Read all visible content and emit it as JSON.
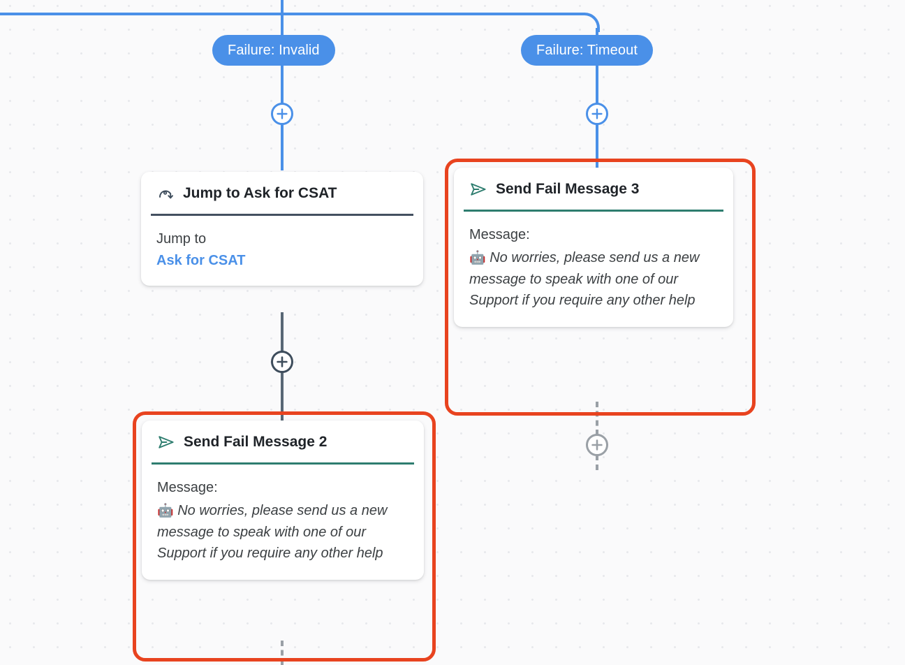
{
  "canvas": {
    "background_color": "#fafafb",
    "dot_color": "#e7e8ec"
  },
  "colors": {
    "edge_blue": "#4a90e8",
    "edge_slate": "#586775",
    "edge_gray": "#9aa0a6",
    "selection_red": "#e8431f",
    "divider_slate": "#445060",
    "divider_teal": "#2e7d6f",
    "link_blue": "#4a90e8"
  },
  "edge_labels": [
    {
      "id": "failure-invalid",
      "text": "Failure: Invalid"
    },
    {
      "id": "failure-timeout",
      "text": "Failure: Timeout"
    }
  ],
  "add_handles": [
    {
      "id": "add-after-failure-invalid",
      "style": "blue",
      "icon": "plus-icon"
    },
    {
      "id": "add-after-failure-timeout",
      "style": "blue",
      "icon": "plus-icon"
    },
    {
      "id": "add-after-jump-node",
      "style": "slate",
      "icon": "plus-icon"
    },
    {
      "id": "add-after-send-fail-3",
      "style": "gray",
      "icon": "plus-icon"
    }
  ],
  "nodes": [
    {
      "id": "jump-to-ask-for-csat",
      "title": "Jump to Ask for CSAT",
      "icon": "jump-arrow-icon",
      "accent": "slate",
      "selected": false,
      "body": {
        "label": "Jump to",
        "link": "Ask for CSAT"
      }
    },
    {
      "id": "send-fail-message-3",
      "title": "Send Fail Message 3",
      "icon": "send-icon",
      "accent": "teal",
      "selected": true,
      "body": {
        "label": "Message:",
        "emoji": "🤖",
        "message": "No worries, please send us a new message to speak with one of our Support if you require any other help"
      }
    },
    {
      "id": "send-fail-message-2",
      "title": "Send Fail Message 2",
      "icon": "send-icon",
      "accent": "teal",
      "selected": true,
      "body": {
        "label": "Message:",
        "emoji": "🤖",
        "message": "No worries, please send us a new message to speak with one of our Support if you require any other help"
      }
    }
  ]
}
